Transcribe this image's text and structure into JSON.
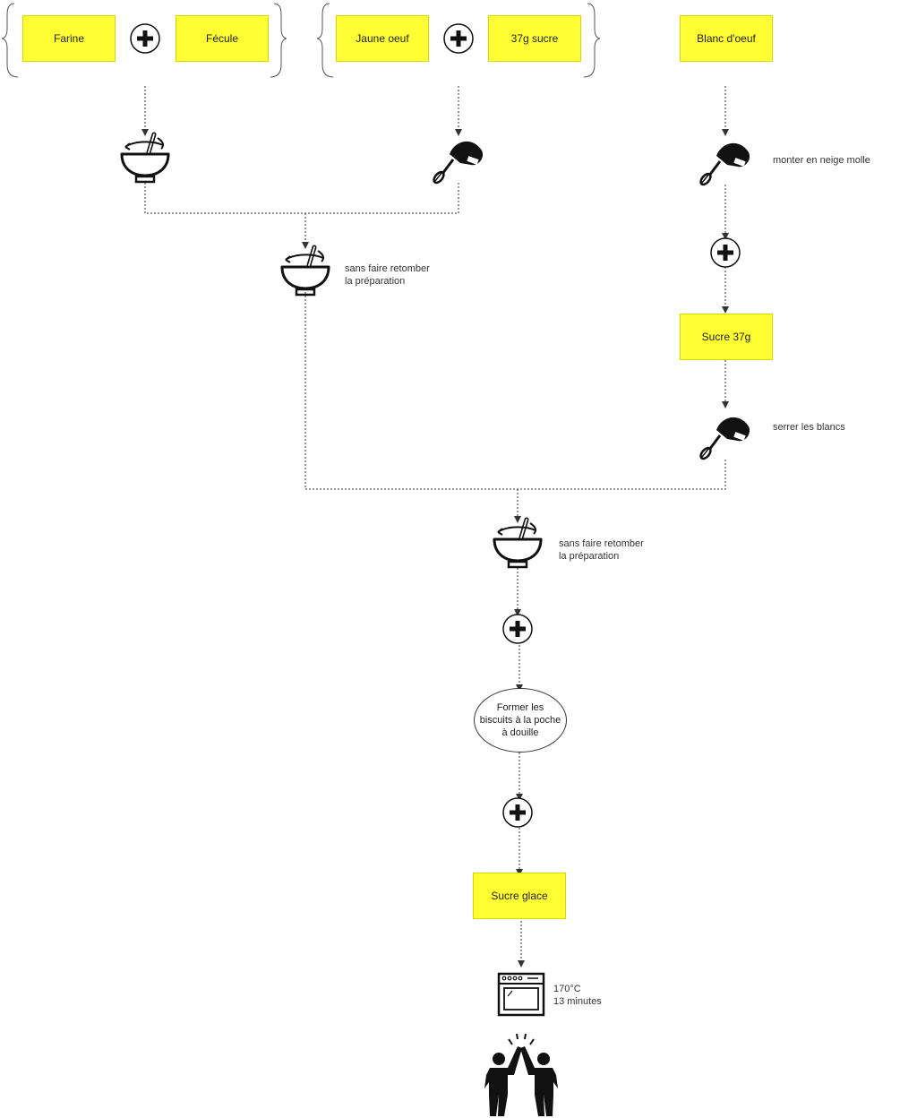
{
  "boxes": {
    "farine": "Farine",
    "fecule": "Fécule",
    "jaune_oeuf": "Jaune oeuf",
    "sucre_37g_a": "37g sucre",
    "blanc_oeuf": "Blanc d'oeuf",
    "sucre_37g_b": "Sucre 37g",
    "sucre_glace": "Sucre glace"
  },
  "notes": {
    "monter_neige": "monter en neige molle",
    "sans_retomber_1": "sans faire retomber\nla préparation",
    "serrer_blancs": "serrer les blancs",
    "sans_retomber_2": "sans faire retomber\nla préparation",
    "cuisson": "170°C\n13 minutes"
  },
  "ellipse": {
    "former_biscuits": "Former les\nbiscuits à la poche\nà douille"
  },
  "icons": [
    "mixing-bowl-icon",
    "hand-mixer-icon",
    "plus-circle-icon",
    "oven-icon",
    "high-five-icon"
  ],
  "colors": {
    "box_fill": "#ffff33",
    "box_border": "#d6d600",
    "line": "#333333"
  }
}
